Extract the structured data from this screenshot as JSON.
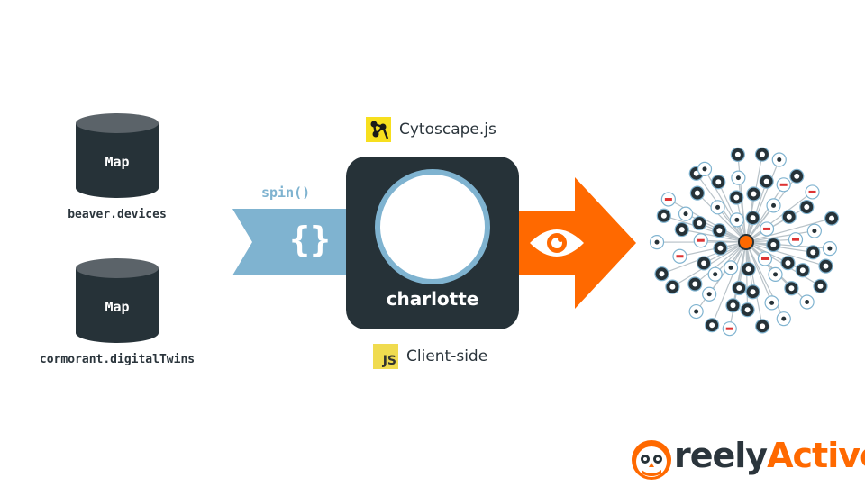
{
  "databases": [
    {
      "label": "Map",
      "caption": "beaver.devices"
    },
    {
      "label": "Map",
      "caption": "cormorant.digitalTwins"
    }
  ],
  "spin": {
    "label": "spin()",
    "glyph": "{}"
  },
  "charlotte": {
    "name": "charlotte"
  },
  "cytoscape": {
    "label": "Cytoscape.js"
  },
  "client": {
    "badge": "JS",
    "label": "Client-side"
  },
  "logo": {
    "part1": "reely",
    "part2": "Active"
  },
  "colors": {
    "dark": "#263238",
    "blue": "#7fb3d0",
    "orange": "#ff6900",
    "js_yellow": "#f0db4f"
  },
  "graph": {
    "node_icons": [
      "apple-icon",
      "music-icon",
      "person-walking-icon",
      "bluetooth-icon",
      "building-icon",
      "beacon-icon"
    ]
  }
}
